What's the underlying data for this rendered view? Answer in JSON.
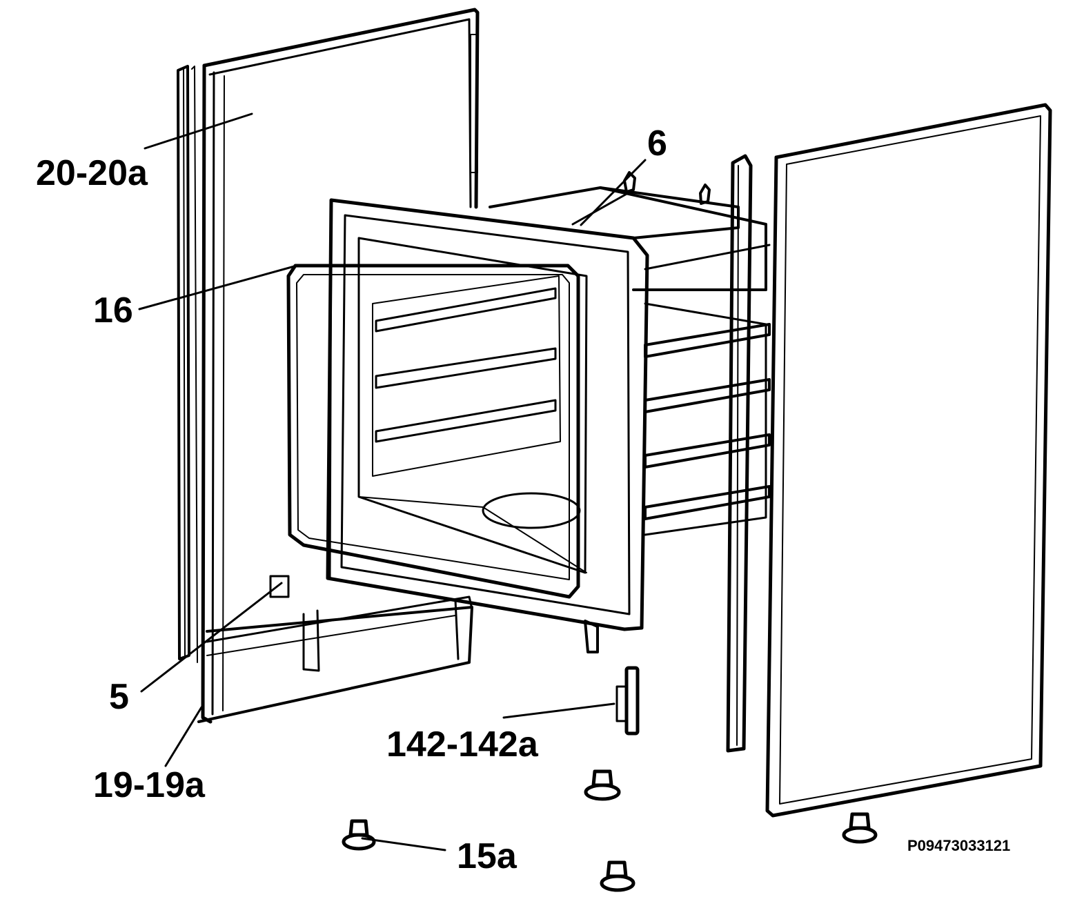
{
  "colors": {
    "line": "#000000",
    "background": "#ffffff"
  },
  "labels": {
    "side_panel_left": "20-20a",
    "top_fixing": "6",
    "door_seal": "16",
    "clip": "5",
    "rear_strip": "19-19a",
    "hinge": "142-142a",
    "foot": "15a"
  },
  "drawing_code": "P09473033121"
}
